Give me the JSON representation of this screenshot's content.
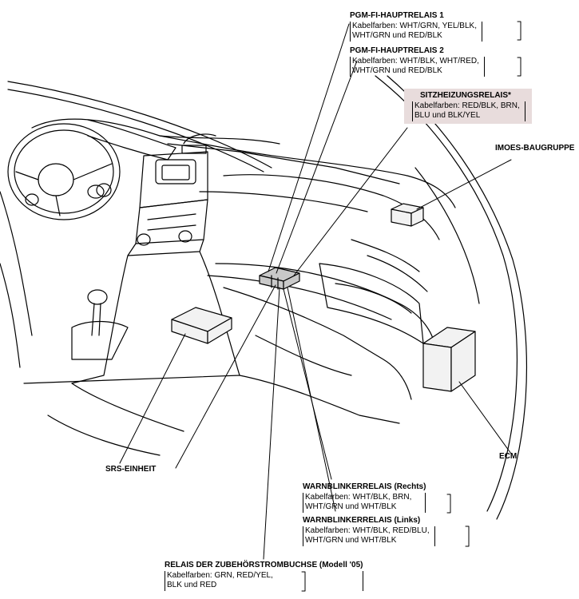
{
  "labels": {
    "pgm1": {
      "title": "PGM-FI-HAUPTRELAIS 1",
      "lines": [
        "Kabelfarben: WHT/GRN, YEL/BLK,",
        "WHT/GRN und RED/BLK"
      ]
    },
    "pgm2": {
      "title": "PGM-FI-HAUPTRELAIS 2",
      "lines": [
        "Kabelfarben: WHT/BLK, WHT/RED,",
        "WHT/GRN und RED/BLK"
      ]
    },
    "seat": {
      "title": "SITZHEIZUNGSRELAIS*",
      "lines": [
        "Kabelfarben: RED/BLK, BRN,",
        "BLU und BLK/YEL"
      ]
    },
    "imoes": "IMOES-BAUGRUPPE",
    "srs": "SRS-EINHEIT",
    "ecm": "ECM",
    "warnR": {
      "title": "WARNBLINKERRELAIS (Rechts)",
      "lines": [
        "Kabelfarben: WHT/BLK, BRN,",
        "WHT/GRN und WHT/BLK"
      ]
    },
    "warnL": {
      "title": "WARNBLINKERRELAIS (Links)",
      "lines": [
        "Kabelfarben: WHT/BLK, RED/BLU,",
        "WHT/GRN und WHT/BLK"
      ]
    },
    "acc": {
      "title": "RELAIS DER ZUBEHÖRSTROMBUCHSE (Modell '05)",
      "lines": [
        "Kabelfarben: GRN, RED/YEL,",
        "BLK und RED"
      ]
    }
  },
  "colors": {
    "line": "#000000",
    "highlight": "#e8dcdc",
    "module_fill": "#f2f2f2",
    "relay_fill": "#c9c9c9"
  }
}
